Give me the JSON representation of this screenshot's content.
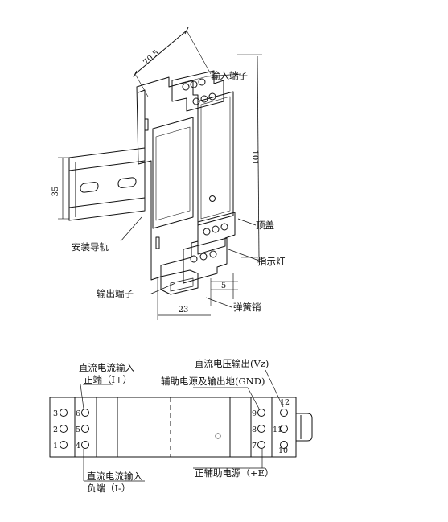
{
  "top_view": {
    "dimensions": {
      "width": "70.5",
      "height": "101",
      "rail": "35",
      "depth": "23",
      "pin": "5"
    },
    "labels": {
      "input_terminal": "输入端子",
      "top_cover": "顶盖",
      "rail": "安装导轨",
      "indicator": "指示灯",
      "output_terminal": "输出端子",
      "spring_pin": "弹簧销"
    }
  },
  "bottom_view": {
    "labels": {
      "current_in_pos_line1": "直流电流输入",
      "current_in_pos_line2": "正端（I+）",
      "voltage_out": "直流电压输出(Vz)",
      "aux_power_gnd": "辅助电源及输出地(GND)",
      "current_in_neg_line1": "直流电流输入",
      "current_in_neg_line2": "负端（I-）",
      "aux_power_pos": "正辅助电源（+E）"
    },
    "pins": {
      "left_outer": [
        "3",
        "2",
        "1"
      ],
      "left_inner": [
        "6",
        "5",
        "4"
      ],
      "right_inner": [
        "9",
        "8",
        "7"
      ],
      "right_outer": [
        "12",
        "11",
        "10"
      ]
    }
  }
}
